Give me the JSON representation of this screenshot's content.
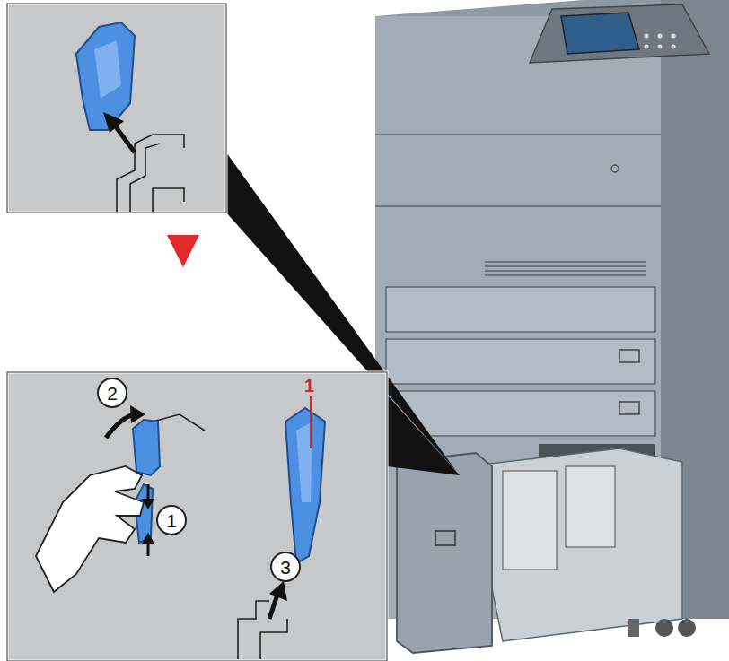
{
  "diagram": {
    "nodes": [
      {
        "text": [
          "2"
        ]
      },
      {
        "text": [
          "1"
        ]
      },
      {
        "text": [
          "3"
        ]
      }
    ],
    "labels": [
      "1"
    ]
  }
}
